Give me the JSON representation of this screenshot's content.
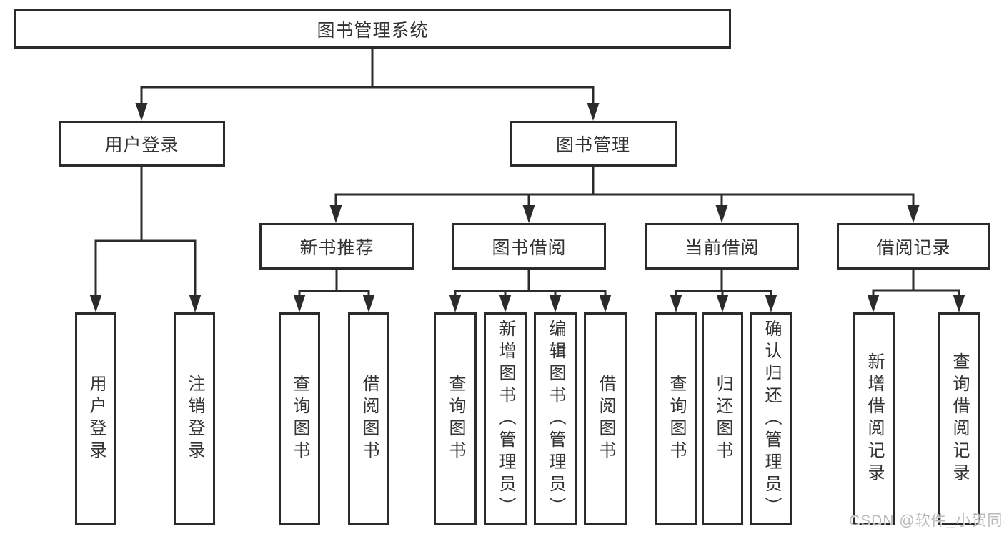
{
  "colors": {
    "border": "#2b2b2b",
    "line": "#2b2b2b",
    "text": "#333333",
    "background": "#ffffff",
    "watermark": "#b9b9b9"
  },
  "watermark": "CSDN @软件_小贺同学",
  "tree": {
    "label": "图书管理系统",
    "children": [
      {
        "label": "用户登录",
        "children": [
          {
            "label": "用户登录"
          },
          {
            "label": "注销登录"
          }
        ]
      },
      {
        "label": "图书管理",
        "children": [
          {
            "label": "新书推荐",
            "children": [
              {
                "label": "查询图书"
              },
              {
                "label": "借阅图书"
              }
            ]
          },
          {
            "label": "图书借阅",
            "children": [
              {
                "label": "查询图书"
              },
              {
                "label": "新增图书（管理员）"
              },
              {
                "label": "编辑图书（管理员）"
              },
              {
                "label": "借阅图书"
              }
            ]
          },
          {
            "label": "当前借阅",
            "children": [
              {
                "label": "查询图书"
              },
              {
                "label": "归还图书"
              },
              {
                "label": "确认归还（管理员）"
              }
            ]
          },
          {
            "label": "借阅记录",
            "children": [
              {
                "label": "新增借阅记录"
              },
              {
                "label": "查询借阅记录"
              }
            ]
          }
        ]
      }
    ]
  }
}
